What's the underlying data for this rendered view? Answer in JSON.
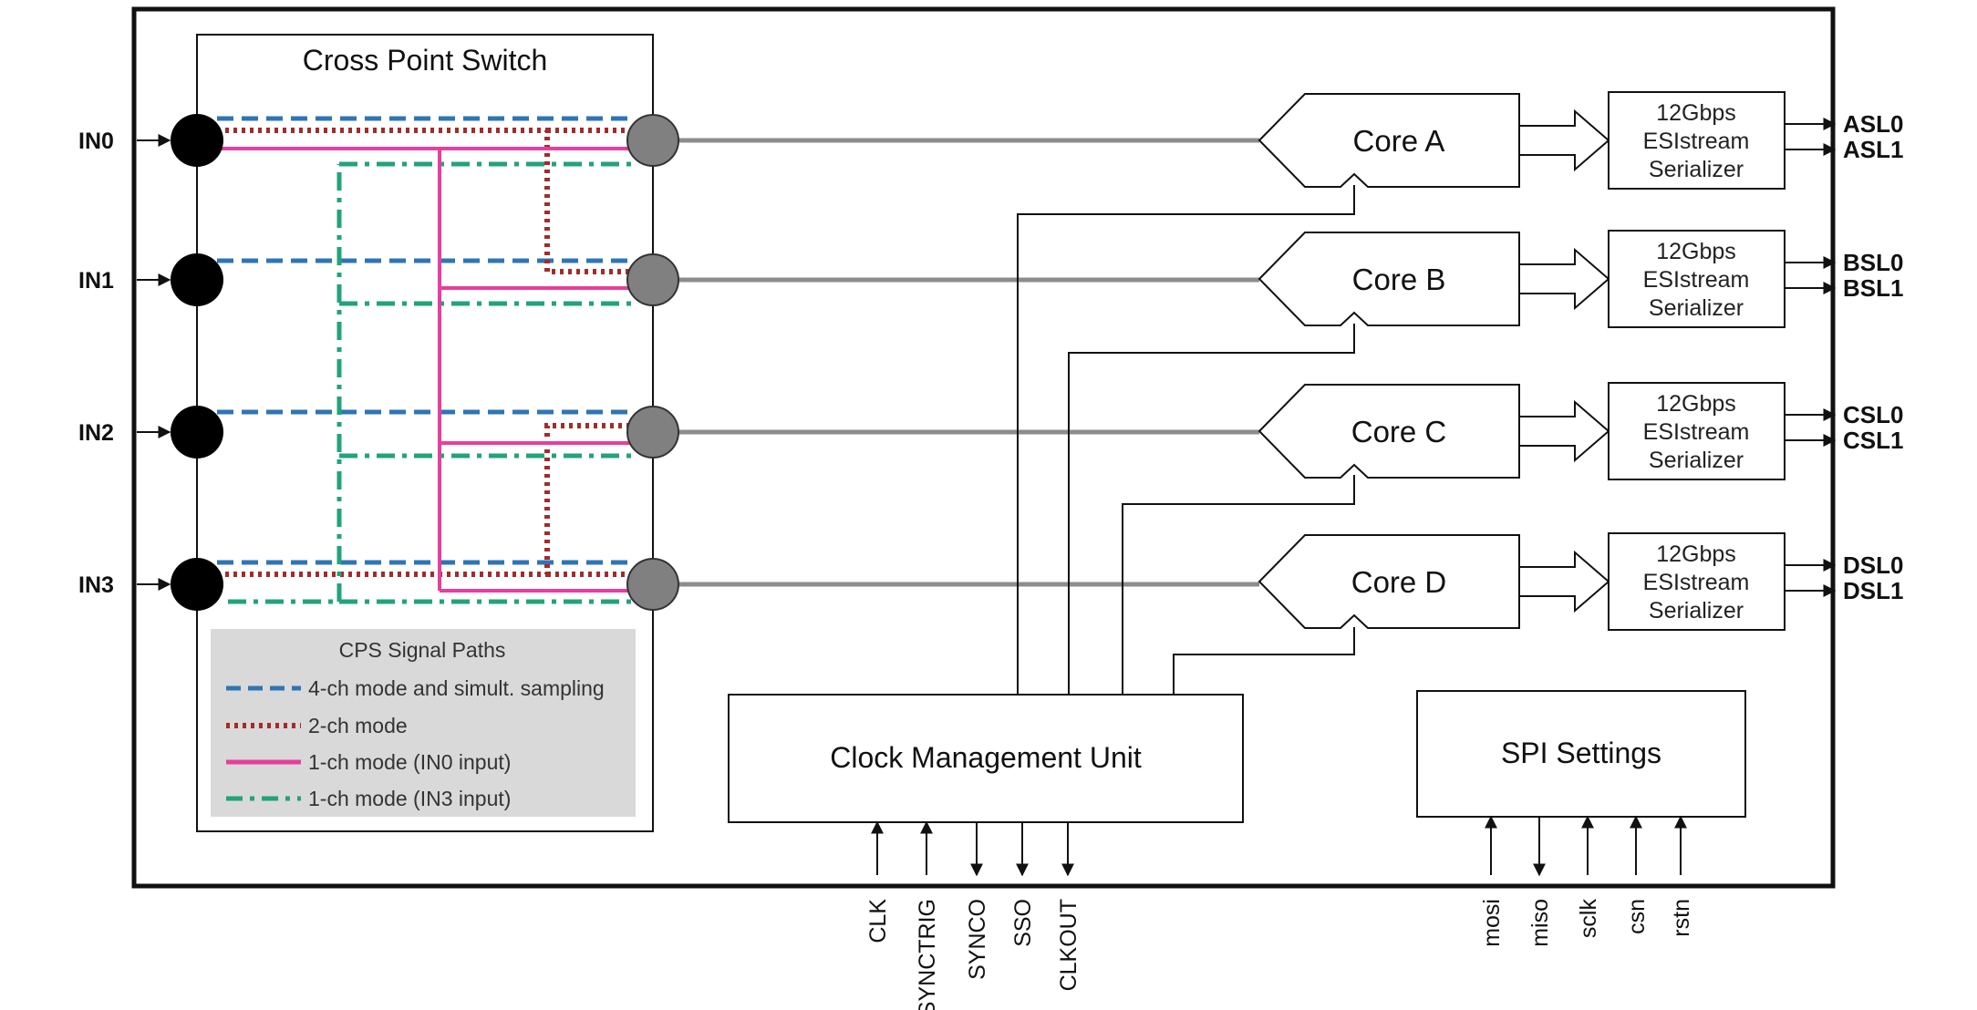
{
  "diagram": {
    "cps_title": "Cross Point Switch",
    "inputs": [
      "IN0",
      "IN1",
      "IN2",
      "IN3"
    ],
    "legend": {
      "title": "CPS Signal Paths",
      "items": [
        {
          "label": "4-ch mode and simult. sampling",
          "color": "#2e75b6",
          "style": "dashed"
        },
        {
          "label": "2-ch mode",
          "color": "#a52a2a",
          "style": "dotted"
        },
        {
          "label": "1-ch mode (IN0 input)",
          "color": "#e83e9e",
          "style": "solid"
        },
        {
          "label": "1-ch mode (IN3 input)",
          "color": "#22a37a",
          "style": "dashdot"
        }
      ]
    },
    "cores": [
      "Core A",
      "Core B",
      "Core C",
      "Core D"
    ],
    "serializer_lines": [
      "12Gbps",
      "ESIstream",
      "Serializer"
    ],
    "outputs": [
      [
        "ASL0",
        "ASL1"
      ],
      [
        "BSL0",
        "BSL1"
      ],
      [
        "CSL0",
        "CSL1"
      ],
      [
        "DSL0",
        "DSL1"
      ]
    ],
    "cmu_label": "Clock Management Unit",
    "cmu_pins": [
      {
        "name": "CLK",
        "dir": "in"
      },
      {
        "name": "SYNCTRIG",
        "dir": "in"
      },
      {
        "name": "SYNCO",
        "dir": "out"
      },
      {
        "name": "SSO",
        "dir": "out"
      },
      {
        "name": "CLKOUT",
        "dir": "out"
      }
    ],
    "spi_label": "SPI Settings",
    "spi_pins": [
      {
        "name": "mosi",
        "dir": "in"
      },
      {
        "name": "miso",
        "dir": "out"
      },
      {
        "name": "sclk",
        "dir": "in"
      },
      {
        "name": "csn",
        "dir": "in"
      },
      {
        "name": "rstn",
        "dir": "in"
      }
    ]
  }
}
